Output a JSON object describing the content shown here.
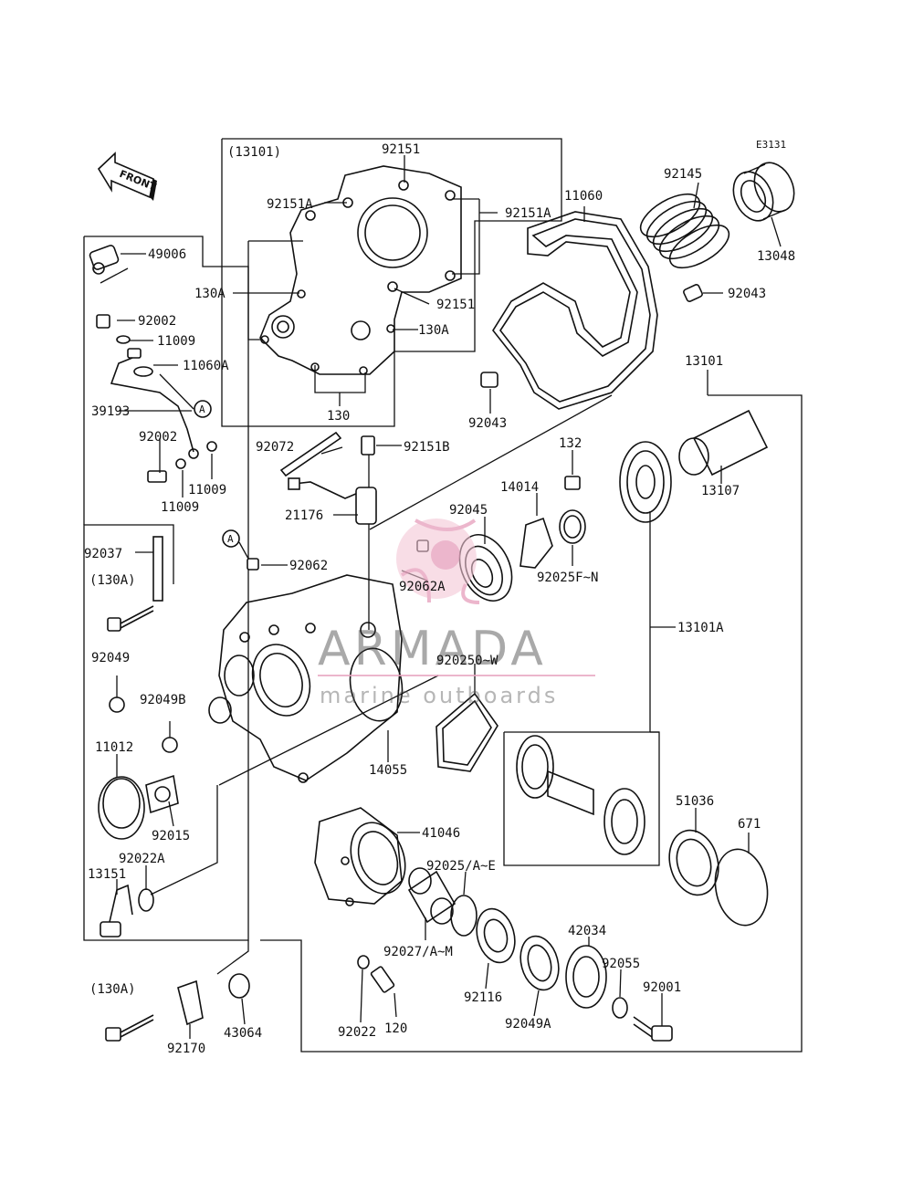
{
  "diagram": {
    "code": "E3131",
    "front_label": "FRONT",
    "labels": {
      "l_13101_paren": "(13101)",
      "l_92151_top": "92151",
      "l_92151A_left": "92151A",
      "l_92151A_right": "92151A",
      "l_130A_1": "130A",
      "l_92151_mid": "92151",
      "l_130A_2": "130A",
      "l_130": "130",
      "l_11060": "11060",
      "l_92145": "92145",
      "l_13048": "13048",
      "l_92043_a": "92043",
      "l_92043_b": "92043",
      "l_49006": "49006",
      "l_92002_a": "92002",
      "l_11009_a": "11009",
      "l_11060A": "11060A",
      "l_39193": "39193",
      "l_A_1": "A",
      "l_92002_b": "92002",
      "l_11009_b": "11009",
      "l_11009_c": "11009",
      "l_92072": "92072",
      "l_92151B": "92151B",
      "l_132": "132",
      "l_13101": "13101",
      "l_13107": "13107",
      "l_14014": "14014",
      "l_21176": "21176",
      "l_92045": "92045",
      "l_92025FN": "92025F~N",
      "l_A_2": "A",
      "l_92062": "92062",
      "l_92062A": "92062A",
      "l_92037": "92037",
      "l_130A_p1": "(130A)",
      "l_13101A": "13101A",
      "l_92025OW": "920250~W",
      "l_92049": "92049",
      "l_92049B": "92049B",
      "l_14055": "14055",
      "l_11012": "11012",
      "l_92015": "92015",
      "l_51036": "51036",
      "l_671": "671",
      "l_41046": "41046",
      "l_92022A": "92022A",
      "l_92025AE": "92025/A~E",
      "l_13151": "13151",
      "l_92027AM": "92027/A~M",
      "l_42034": "42034",
      "l_92055": "92055",
      "l_92001": "92001",
      "l_130A_p2": "(130A)",
      "l_92116": "92116",
      "l_92022": "92022",
      "l_120": "120",
      "l_92049A": "92049A",
      "l_92170": "92170",
      "l_43064": "43064"
    }
  },
  "watermark": {
    "brand": "ARMADA",
    "tagline": "marine outboards",
    "color": "#e8a5c0"
  }
}
